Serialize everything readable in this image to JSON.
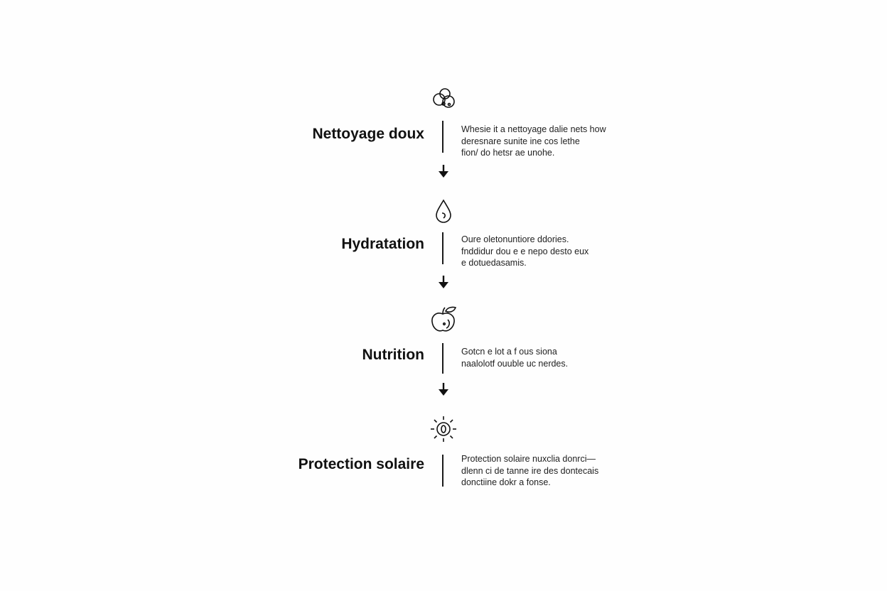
{
  "steps": [
    {
      "title": "Nettoyage doux",
      "icon": "foam-bubbles-icon",
      "description_lines": [
        "Whesie it a nettoyage dalie nets how",
        "deresnare sunite ine cos lethe",
        "fion/ do hetsr ae unohe."
      ]
    },
    {
      "title": "Hydratation",
      "icon": "water-drop-icon",
      "description_lines": [
        "Oure oletonuntiore ddories.",
        "fnddidur dou e e nepo desto eux",
        "e dotuedasamis."
      ]
    },
    {
      "title": "Nutrition",
      "icon": "apple-icon",
      "description_lines": [
        "Gotcn e lot a f ous siona",
        "naalolotf ouuble uc nerdes."
      ]
    },
    {
      "title": "Protection solaire",
      "icon": "sun-icon",
      "description_lines": [
        "Protection solaire nuxclia donrci—",
        "dlenn ci de tanne ire des dontecais",
        "donctiine dokr a fonse."
      ]
    }
  ],
  "colors": {
    "background": "#fefefe",
    "ink": "#111111"
  }
}
